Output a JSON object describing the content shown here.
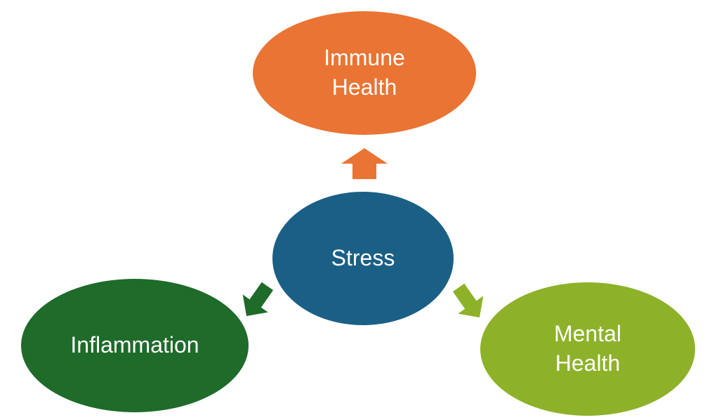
{
  "diagram": {
    "center": {
      "label": "Stress",
      "color": "#1a5f85"
    },
    "nodes": {
      "immune": {
        "line1": "Immune",
        "line2": "Health",
        "color": "#e97434"
      },
      "inflammation": {
        "label": "Inflammation",
        "color": "#1e6b2a"
      },
      "mental": {
        "line1": "Mental",
        "line2": "Health",
        "color": "#8db229"
      }
    },
    "arrows": {
      "to_immune": {
        "color": "#e97434"
      },
      "to_inflammation": {
        "color": "#1e6b2a"
      },
      "to_mental": {
        "color": "#8db229"
      }
    }
  }
}
